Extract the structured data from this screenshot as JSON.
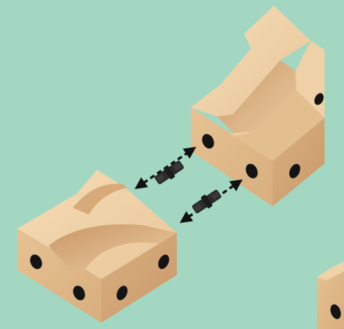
{
  "scene": {
    "background_color": "#a3d7c2",
    "wood_top": "#f1d3aa",
    "wood_left": "#e3bd8e",
    "wood_right": "#d1a677",
    "wood_groove_light": "#f6dfbd",
    "wood_groove_dark": "#b98a5f",
    "hole_color": "#141414",
    "connector_color": "#2a2a2a",
    "arrow_color": "#111111"
  },
  "objects": {
    "left_block": {
      "name": "wooden-block-with-curved-groove"
    },
    "right_block": {
      "name": "wooden-block-with-straight-channel"
    },
    "corner_block": {
      "name": "partial-wooden-block"
    },
    "connectors": [
      {
        "name": "connector-peg-top"
      },
      {
        "name": "connector-peg-bottom"
      }
    ]
  }
}
